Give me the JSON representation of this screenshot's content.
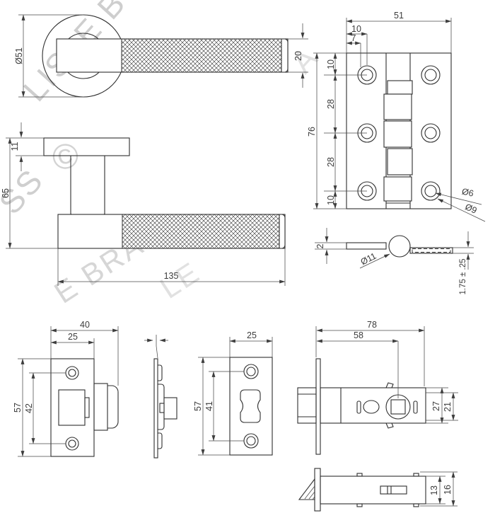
{
  "sheet": {
    "background": "#ffffff",
    "line_color": "#2f2f2f",
    "dim_color": "#4a4a4a",
    "watermark_color": "#d0d0d0"
  },
  "watermark": {
    "fragments": [
      {
        "text": "LISLE B"
      },
      {
        "text": "©"
      },
      {
        "text": "SS"
      },
      {
        "text": "E BRA"
      },
      {
        "text": "LE"
      },
      {
        "text": "A"
      }
    ]
  },
  "views": {
    "lever_front": {
      "rose_diameter": "Ø51",
      "lever_thickness": "20"
    },
    "lever_side": {
      "rose_thickness": "11",
      "projection": "65",
      "length": "135"
    },
    "hinge_front": {
      "width": "51",
      "hole_inset": "10",
      "pin_offset": "7",
      "height": "76",
      "top_margin": "10",
      "upper_pitch": "28",
      "lower_pitch": "28",
      "bottom_margin": "10",
      "screw_dia": "Ø6",
      "countersink_dia": "Ø9"
    },
    "hinge_side": {
      "leaf_thickness": "2",
      "knuckle_dia": "Ø11",
      "gap": "1.75 ± .25"
    },
    "keep_front": {
      "overall_width": "40",
      "plate_width": "25",
      "height": "57",
      "hole_pitch": "42"
    },
    "faceplate_front": {
      "width": "25",
      "height": "57",
      "hole_pitch": "41"
    },
    "latch_side": {
      "length": "78",
      "backset": "58",
      "body_height": "27",
      "bolt_height": "21"
    },
    "latch_bottom": {
      "body_depth": "13",
      "overall_depth": "16"
    }
  }
}
